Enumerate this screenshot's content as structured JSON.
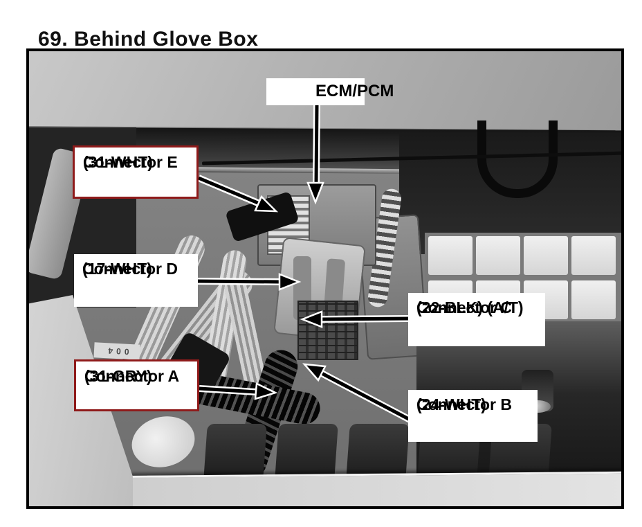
{
  "page": {
    "title": "69. Behind Glove Box"
  },
  "figure": {
    "kind": "annotated grayscale photograph of connectors behind the glove box",
    "part_marking": "004",
    "caption_labels": {
      "ecm_pcm": {
        "lines": [
          "ECM/PCM"
        ],
        "border": "none",
        "arrow_direction": "down"
      },
      "connector_e": {
        "lines": [
          "Connector E",
          "(31-WHT)"
        ],
        "border": "dark-red",
        "arrow_direction": "down-right"
      },
      "connector_d": {
        "lines": [
          "Connector D",
          "(17-WHT)"
        ],
        "border": "none",
        "arrow_direction": "right"
      },
      "connector_c": {
        "lines": [
          "Connector C",
          "(22-BLK) (A/T)"
        ],
        "border": "none",
        "arrow_direction": "left"
      },
      "connector_a": {
        "lines": [
          "Connector A",
          "(31-GRY)"
        ],
        "border": "dark-red",
        "arrow_direction": "right"
      },
      "connector_b": {
        "lines": [
          "Connector B",
          "(24-WHT)"
        ],
        "border": "none",
        "arrow_direction": "up-left"
      }
    },
    "colors": {
      "label_background": "#ffffff",
      "label_text": "#000000",
      "highlight_border_red": "#8f1a1a",
      "arrow_fill": "#000000",
      "arrow_outline": "#ffffff",
      "photo_frame": "#000000"
    }
  }
}
